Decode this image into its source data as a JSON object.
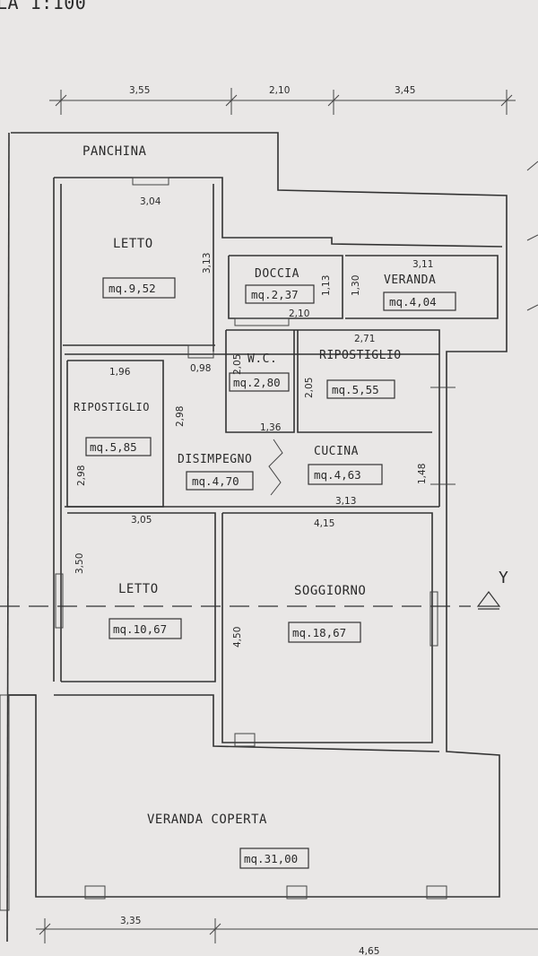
{
  "header": {
    "scale": "LA 1:100"
  },
  "top_dimensions": [
    "3,55",
    "2,10",
    "3,45"
  ],
  "bottom_dimensions": [
    "3,35",
    "4,65"
  ],
  "axis_marker": "Y",
  "labels": {
    "panchina": "PANCHINA",
    "veranda_coperta": "VERANDA COPERTA"
  },
  "rooms": [
    {
      "id": "letto-top",
      "name": "LETTO",
      "area": "mq.9,52"
    },
    {
      "id": "doccia",
      "name": "DOCCIA",
      "area": "mq.2,37"
    },
    {
      "id": "veranda",
      "name": "VERANDA",
      "area": "mq.4,04"
    },
    {
      "id": "wc",
      "name": "W.C.",
      "area": "mq.2,80"
    },
    {
      "id": "ripostiglio-right",
      "name": "RIPOSTIGLIO",
      "area": "mq.5,55"
    },
    {
      "id": "ripostiglio-left",
      "name": "RIPOSTIGLIO",
      "area": "mq.5,85"
    },
    {
      "id": "disimpegno",
      "name": "DISIMPEGNO",
      "area": "mq.4,70"
    },
    {
      "id": "cucina",
      "name": "CUCINA",
      "area": "mq.4,63"
    },
    {
      "id": "letto-bottom",
      "name": "LETTO",
      "area": "mq.10,67"
    },
    {
      "id": "soggiorno",
      "name": "SOGGIORNO",
      "area": "mq.18,67"
    },
    {
      "id": "veranda-coperta",
      "name": "VERANDA COPERTA",
      "area": "mq.31,00"
    }
  ],
  "inner_dimensions": {
    "d_304": "3,04",
    "d_313": "3,13",
    "d_113": "1,13",
    "d_130": "1,30",
    "d_311": "3,11",
    "d_210": "2,10",
    "d_271": "2,71",
    "d_196": "1,96",
    "d_098": "0,98",
    "d_205a": "2,05",
    "d_205b": "2,05",
    "d_298a": "2,98",
    "d_298b": "2,98",
    "d_136": "1,36",
    "d_148": "1,48",
    "d_305": "3,05",
    "d_313b": "3,13",
    "d_415": "4,15",
    "d_350": "3,50",
    "d_450": "4,50"
  }
}
